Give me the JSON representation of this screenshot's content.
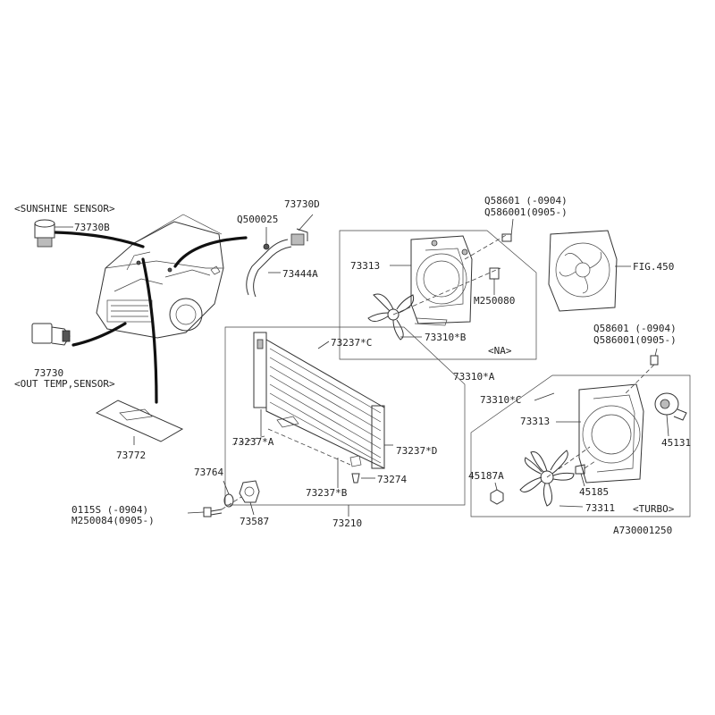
{
  "diagram_id": "A730001250",
  "sensors": {
    "sunshine_label": "<SUNSHINE SENSOR>",
    "sunshine_part": "73730B",
    "out_temp_part": "73730",
    "out_temp_label": "<OUT TEMP,SENSOR>",
    "pad_part": "73772"
  },
  "hose": {
    "bracket_part": "73730D",
    "clip_part": "Q500025",
    "hose_part": "73444A"
  },
  "fan_na": {
    "bolt_part_1": "Q58601 (-0904)",
    "bolt_part_2": "Q586001(0905-)",
    "shroud_part": "73313",
    "bolt_part_3": "M250080",
    "fan_part": "73310*B",
    "variant": "<NA>",
    "assembly_part": "73310*A",
    "ref_label": "FIG.450"
  },
  "condenser": {
    "tank_c": "73237*C",
    "tank_a": "73237*A",
    "tank_d": "73237*D",
    "tank_b": "73237*B",
    "drain_part": "73274",
    "assembly_part": "73210"
  },
  "mounting": {
    "cushion_part": "73764",
    "bushing_part": "73587",
    "bolt_part_1": "0115S   (-0904)",
    "bolt_part_2": "M250084(0905-)"
  },
  "fan_turbo": {
    "bolt_part_1": "Q58601  (-0904)",
    "bolt_part_2": "Q586001(0905-)",
    "assembly_part": "73310*C",
    "shroud_part": "73313",
    "motor_part": "45131",
    "nut_part": "45187A",
    "bolt_part": "45185",
    "fan_part": "73311",
    "variant": "<TURBO>"
  }
}
